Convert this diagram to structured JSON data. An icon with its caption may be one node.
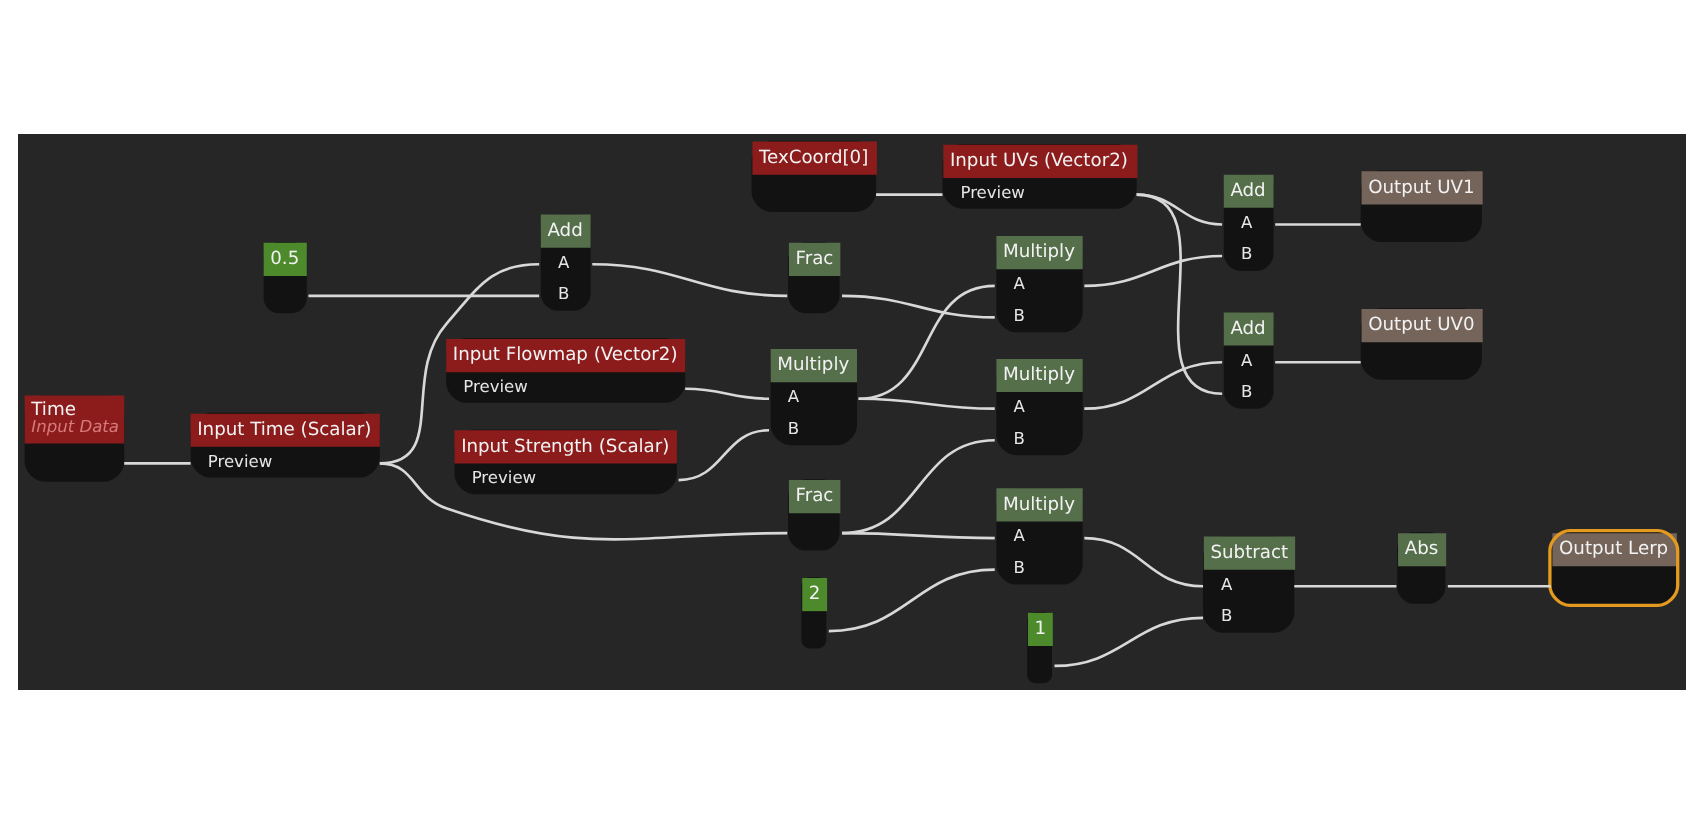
{
  "diagram": {
    "nodes": [
      {
        "text": [
          "Time",
          "Input Data"
        ]
      },
      {
        "text": [
          "Input Time (Scalar)",
          "Preview"
        ]
      },
      {
        "text": [
          "Input Flowmap (Vector2)",
          "Preview"
        ]
      },
      {
        "text": [
          "Input Strength (Scalar)",
          "Preview"
        ]
      },
      {
        "text": [
          "Multiply",
          "A",
          "B"
        ]
      },
      {
        "text": [
          "Frac"
        ]
      },
      {
        "text": [
          "TexCoord[0]"
        ]
      },
      {
        "text": [
          "Input UVs (Vector2)",
          "Preview"
        ]
      },
      {
        "text": [
          "Multiply",
          "A",
          "B"
        ]
      },
      {
        "text": [
          "Add",
          "A",
          "B"
        ]
      },
      {
        "text": [
          "Output UV0"
        ]
      },
      {
        "text": [
          "0.5"
        ]
      },
      {
        "text": [
          "Add",
          "A",
          "B"
        ]
      },
      {
        "text": [
          "Frac"
        ]
      },
      {
        "text": [
          "Multiply",
          "A",
          "B"
        ]
      },
      {
        "text": [
          "Add",
          "A",
          "B"
        ]
      },
      {
        "text": [
          "Output UV1"
        ]
      },
      {
        "text": [
          "2"
        ]
      },
      {
        "text": [
          "Multiply",
          "A",
          "B"
        ]
      },
      {
        "text": [
          "1"
        ]
      },
      {
        "text": [
          "Subtract",
          "A",
          "B"
        ]
      },
      {
        "text": [
          "Abs"
        ]
      },
      {
        "text": [
          "Output Lerp"
        ]
      }
    ],
    "edges": [
      {
        "from": 0,
        "to": 1,
        "arrow": "none"
      },
      {
        "from": 2,
        "to": 4,
        "arrow": "none"
      },
      {
        "from": 3,
        "to": 4,
        "arrow": "none"
      },
      {
        "from": 1,
        "to": 5,
        "arrow": "none"
      },
      {
        "from": 1,
        "to": 12,
        "arrow": "none"
      },
      {
        "from": 6,
        "to": 7,
        "arrow": "none"
      },
      {
        "from": 4,
        "to": 8,
        "arrow": "none"
      },
      {
        "from": 5,
        "to": 8,
        "arrow": "none"
      },
      {
        "from": 4,
        "to": 14,
        "arrow": "none"
      },
      {
        "from": 8,
        "to": 9,
        "arrow": "none"
      },
      {
        "from": 7,
        "to": 9,
        "arrow": "none"
      },
      {
        "from": 7,
        "to": 15,
        "arrow": "none"
      },
      {
        "from": 9,
        "to": 10,
        "arrow": "none"
      },
      {
        "from": 11,
        "to": 12,
        "arrow": "none"
      },
      {
        "from": 12,
        "to": 13,
        "arrow": "none"
      },
      {
        "from": 13,
        "to": 14,
        "arrow": "none"
      },
      {
        "from": 14,
        "to": 15,
        "arrow": "none"
      },
      {
        "from": 15,
        "to": 16,
        "arrow": "none"
      },
      {
        "from": 5,
        "to": 18,
        "arrow": "none"
      },
      {
        "from": 17,
        "to": 18,
        "arrow": "none"
      },
      {
        "from": 18,
        "to": 20,
        "arrow": "none"
      },
      {
        "from": 19,
        "to": 20,
        "arrow": "none"
      },
      {
        "from": 20,
        "to": 21,
        "arrow": "none"
      },
      {
        "from": 21,
        "to": 22,
        "arrow": "none"
      }
    ]
  }
}
